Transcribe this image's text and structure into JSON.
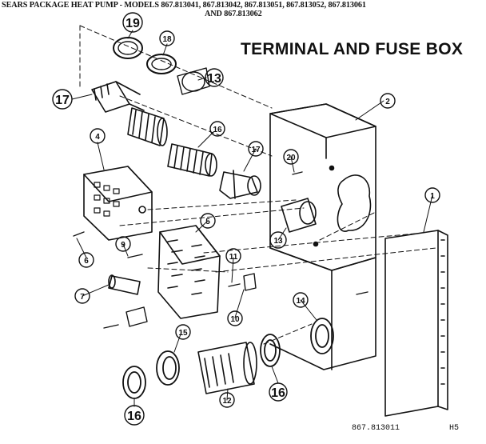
{
  "header": {
    "line1": "SEARS PACKAGE HEAT PUMP - MODELS 867.813041, 867.813042, 867.813051, 867.813052, 867.813061",
    "line2": "AND 867.813062"
  },
  "title": "TERMINAL AND FUSE BOX",
  "callouts": [
    "19",
    "18",
    "13",
    "17",
    "16",
    "17",
    "20",
    "2",
    "4",
    "1",
    "5",
    "9",
    "6",
    "13",
    "11",
    "7",
    "10",
    "14",
    "15",
    "12",
    "16",
    "16"
  ],
  "footer": {
    "part_number": "867.813011",
    "page_code": "H5"
  },
  "colors": {
    "ink": "#111111",
    "paper": "#ffffff"
  }
}
